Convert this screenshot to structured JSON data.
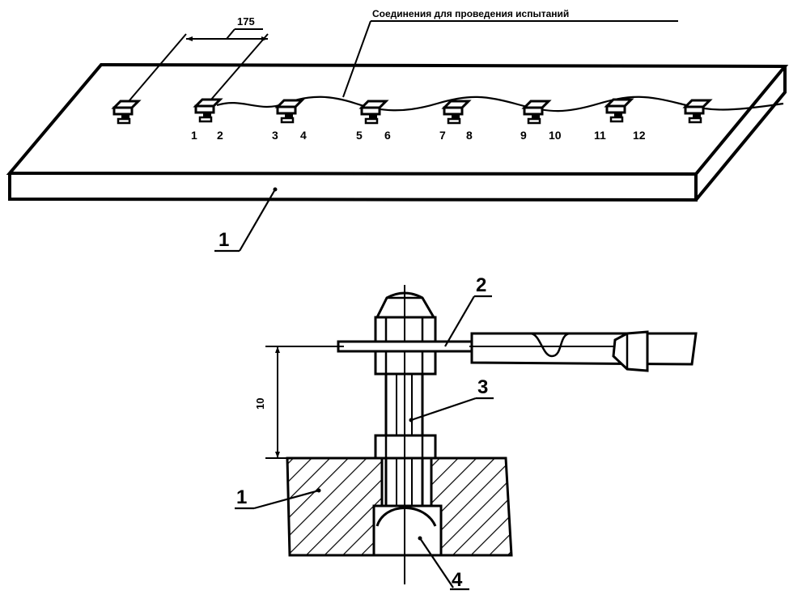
{
  "top_view": {
    "dimension_spacing": "175",
    "connections_label": "Соединения для проведения испытаний",
    "terminal_numbers": [
      "1",
      "2",
      "3",
      "4",
      "5",
      "6",
      "7",
      "8",
      "9",
      "10",
      "11",
      "12"
    ],
    "plate_callout": "1"
  },
  "detail_view": {
    "dimension_height": "10",
    "callouts": [
      "1",
      "2",
      "3",
      "4"
    ]
  }
}
